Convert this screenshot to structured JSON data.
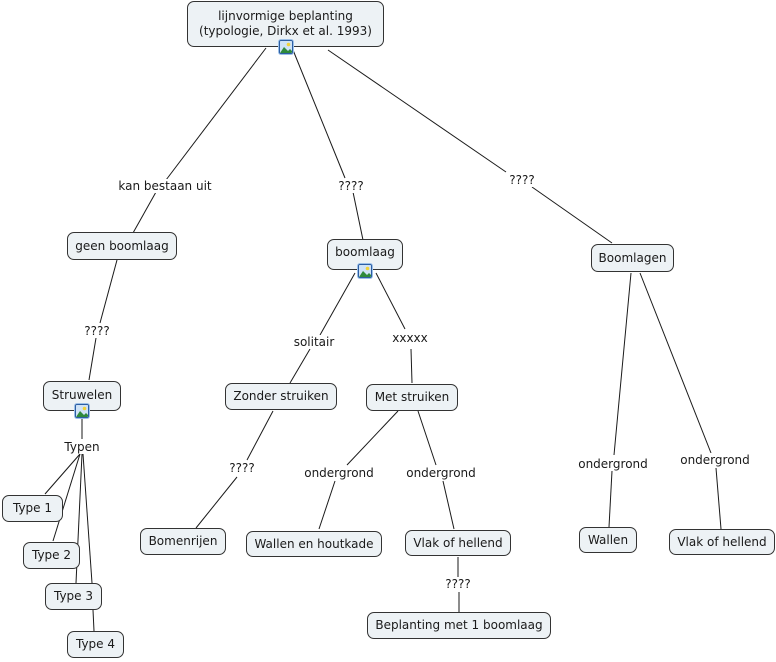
{
  "diagram": {
    "type": "concept-map",
    "nodes": {
      "root": {
        "line1": "lijnvormige beplanting",
        "line2": "(typologie,  Dirkx et al. 1993)",
        "has_image_icon": true
      },
      "geen_boomlaag": {
        "label": "geen boomlaag"
      },
      "boomlaag": {
        "label": "boomlaag",
        "has_image_icon": true
      },
      "boomlagen": {
        "label": "Boomlagen"
      },
      "struwelen": {
        "label": "Struwelen",
        "has_image_icon": true
      },
      "zonder_struiken": {
        "label": "Zonder struiken"
      },
      "met_struiken": {
        "label": "Met struiken"
      },
      "type1": {
        "label": "Type 1"
      },
      "type2": {
        "label": "Type 2"
      },
      "type3": {
        "label": "Type 3"
      },
      "type4": {
        "label": "Type 4"
      },
      "bomenrijen": {
        "label": "Bomenrijen"
      },
      "wallen_houtkade": {
        "label": "Wallen en houtkade"
      },
      "vlak_hellend_1": {
        "label": "Vlak of hellend"
      },
      "beplanting_1_boomlaag": {
        "label": "Beplanting met 1 boomlaag"
      },
      "wallen": {
        "label": "Wallen"
      },
      "vlak_hellend_2": {
        "label": "Vlak of hellend"
      }
    },
    "link_labels": {
      "root_geen": "kan bestaan uit",
      "root_boomlaag": "????",
      "root_boomlagen": "????",
      "geen_struwelen": "????",
      "struwelen_typen": "Typen",
      "boomlaag_solitair": "solitair",
      "boomlaag_xxxxx": "xxxxx",
      "zonder_bomenrijen": "????",
      "met_ondergrond_1": "ondergrond",
      "met_ondergrond_2": "ondergrond",
      "vlak_beplanting": "????",
      "boomlagen_ondergrond_1": "ondergrond",
      "boomlagen_ondergrond_2": "ondergrond"
    },
    "relations": [
      [
        "root",
        "kan bestaan uit",
        "geen_boomlaag"
      ],
      [
        "root",
        "????",
        "boomlaag"
      ],
      [
        "root",
        "????",
        "boomlagen"
      ],
      [
        "geen_boomlaag",
        "????",
        "struwelen"
      ],
      [
        "struwelen",
        "Typen",
        "type1"
      ],
      [
        "struwelen",
        "Typen",
        "type2"
      ],
      [
        "struwelen",
        "Typen",
        "type3"
      ],
      [
        "struwelen",
        "Typen",
        "type4"
      ],
      [
        "boomlaag",
        "solitair",
        "zonder_struiken"
      ],
      [
        "boomlaag",
        "xxxxx",
        "met_struiken"
      ],
      [
        "zonder_struiken",
        "????",
        "bomenrijen"
      ],
      [
        "met_struiken",
        "ondergrond",
        "wallen_houtkade"
      ],
      [
        "met_struiken",
        "ondergrond",
        "vlak_hellend_1"
      ],
      [
        "vlak_hellend_1",
        "????",
        "beplanting_1_boomlaag"
      ],
      [
        "boomlagen",
        "ondergrond",
        "wallen"
      ],
      [
        "boomlagen",
        "ondergrond",
        "vlak_hellend_2"
      ]
    ],
    "colors": {
      "node_fill": "#edf2f5",
      "node_border": "#333333",
      "line": "#1a1a1a",
      "icon_border": "#2d5ea3"
    }
  }
}
